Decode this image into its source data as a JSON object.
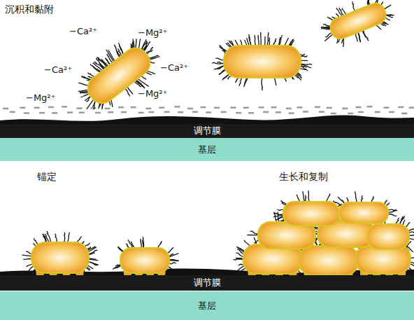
{
  "diagram": {
    "nodes": [
      {
        "text": [
          "调节膜"
        ]
      },
      {
        "text": [
          "基层"
        ]
      },
      {
        "text": [
          "调节膜"
        ]
      },
      {
        "text": [
          "基层"
        ]
      }
    ],
    "edges": [],
    "labels": [
      "沉积和黏附",
      "−Ca²⁺",
      "−Mg²⁺",
      "−Ca²⁺",
      "−Ca²⁺",
      "−Mg²⁺",
      "−Mg²⁺",
      "锚定",
      "生长和复制"
    ]
  }
}
